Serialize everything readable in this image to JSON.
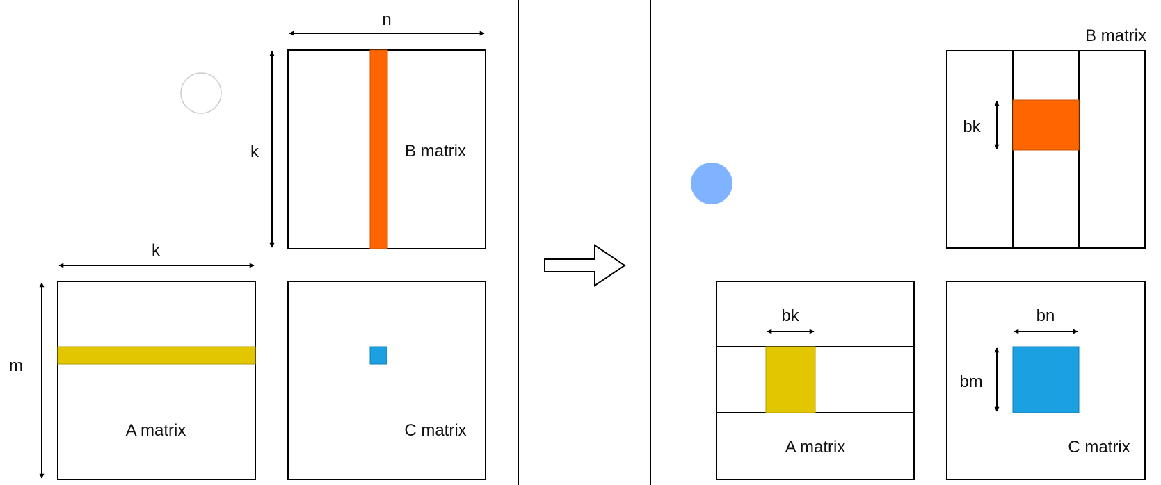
{
  "colors": {
    "orange": "#ff6600",
    "yellow": "#e1c600",
    "blue": "#1ba1e2",
    "stroke": "#000000",
    "dot_blue": "#7fb2ff"
  },
  "left_panel": {
    "n_label": "n",
    "k_label_b": "k",
    "k_label_a": "k",
    "m_label": "m",
    "b_matrix_label": "B matrix",
    "a_matrix_label": "A matrix",
    "c_matrix_label": "C matrix"
  },
  "right_panel": {
    "b_matrix_label": "B matrix",
    "bk_label_b": "bk",
    "bk_label_a": "bk",
    "bn_label": "bn",
    "bm_label": "bm",
    "a_matrix_label": "A matrix",
    "c_matrix_label": "C matrix"
  },
  "icons": {
    "transition_arrow": "right-arrow-icon"
  }
}
